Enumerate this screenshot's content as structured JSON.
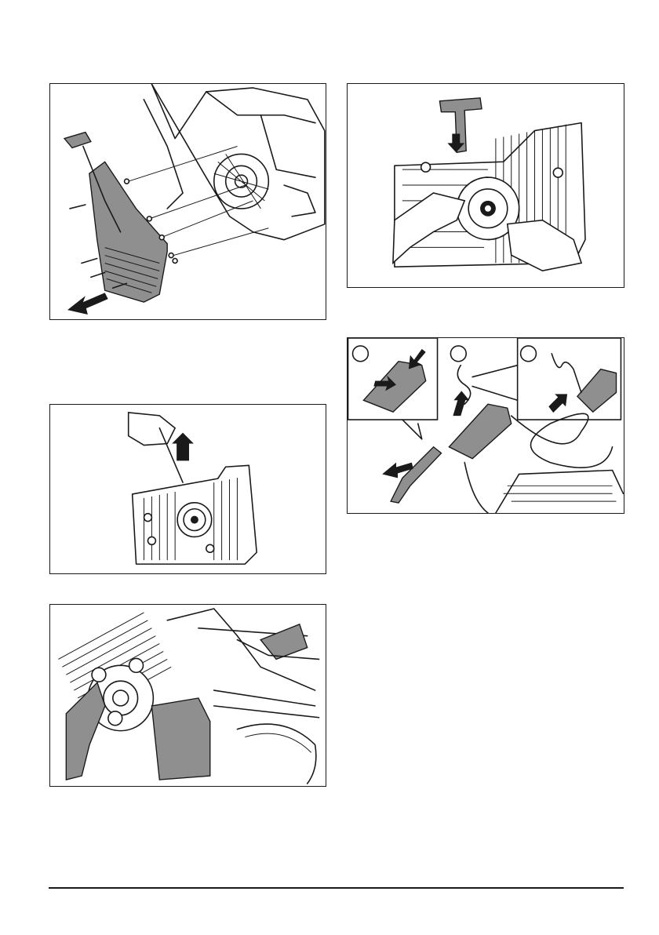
{
  "figures": [
    {
      "id": "fig-1",
      "caption": ""
    },
    {
      "id": "fig-2",
      "caption": ""
    },
    {
      "id": "fig-3",
      "caption": ""
    },
    {
      "id": "fig-4",
      "caption": ""
    },
    {
      "id": "fig-5",
      "caption": ""
    }
  ],
  "callouts": [
    "",
    "",
    "",
    "",
    ""
  ],
  "colors": {
    "ink": "#1a1a1a",
    "shade": "#8f8f8f",
    "paper": "#ffffff"
  }
}
